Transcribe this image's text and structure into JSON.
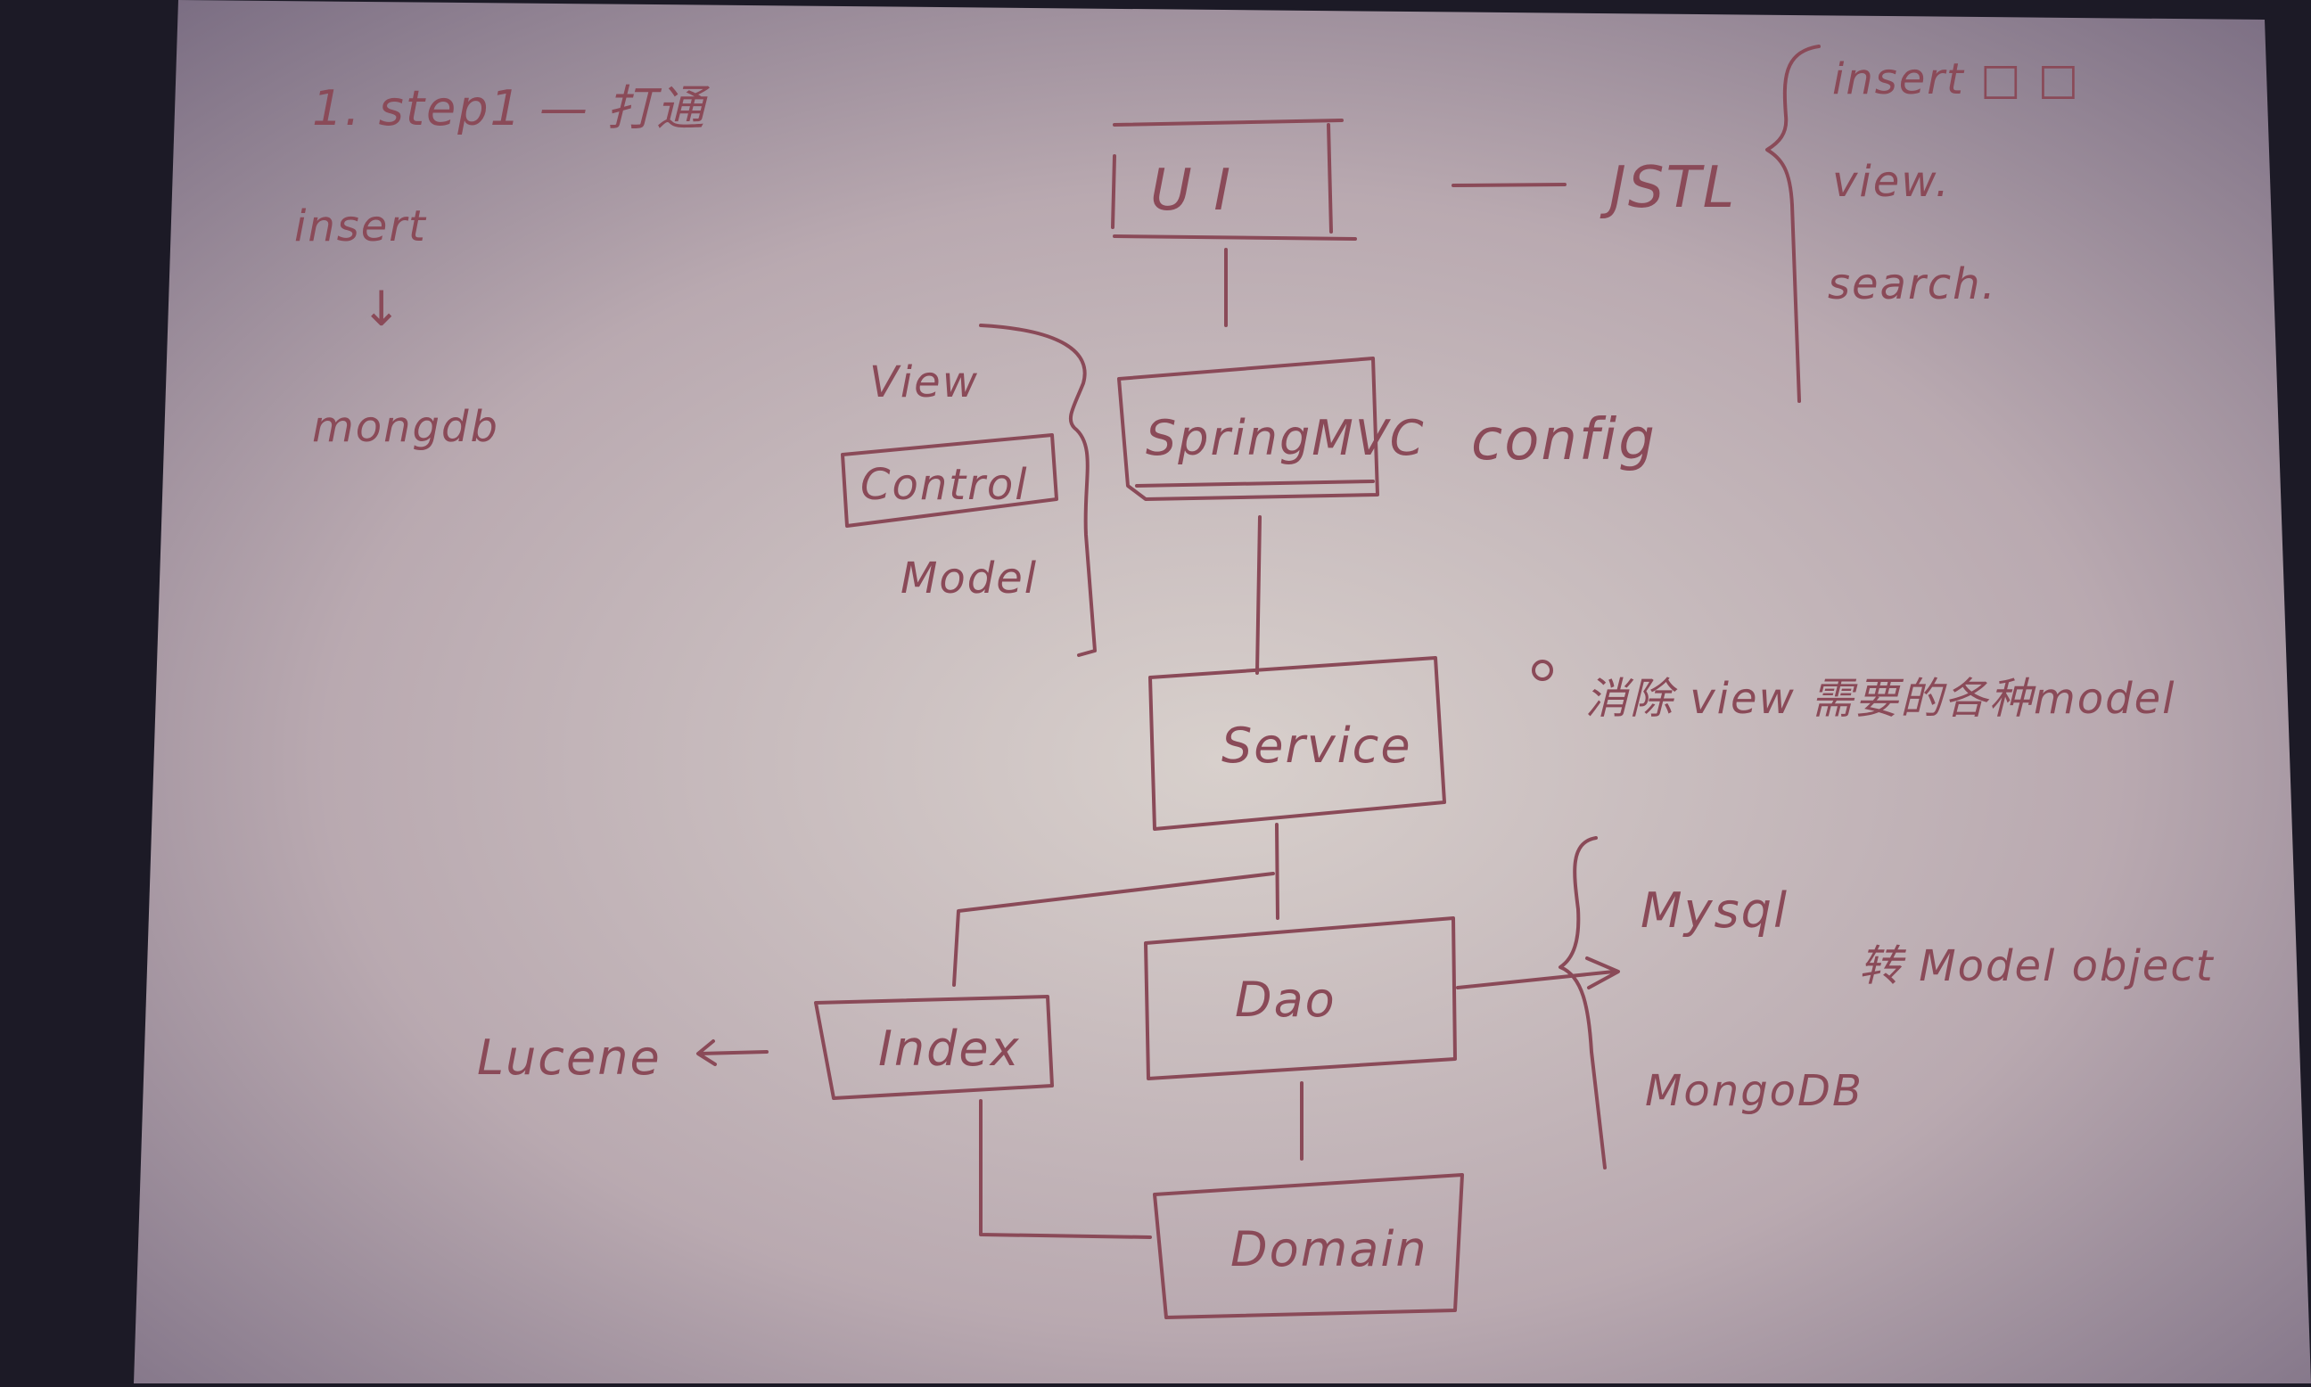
{
  "colors": {
    "ink": "#8a4a58",
    "paper": "#d9d1cd",
    "background": "#1c1a26"
  },
  "top_left": {
    "title": "1. step1 — 打通",
    "line2": "insert",
    "arrow": "↓",
    "line3": "mongdb"
  },
  "boxes": {
    "ui": "U I",
    "springmvc": "SpringMVC",
    "service": "Service",
    "dao": "Dao",
    "index": "Index",
    "domain": "Domain"
  },
  "mvc_note": {
    "view": "View",
    "control": "Control",
    "model": "Model"
  },
  "jstl": "JSTL",
  "config": "config",
  "ui_items": [
    "insert □ □",
    "view.",
    "search."
  ],
  "service_note": "消除 view 需要的各种model",
  "db": {
    "mysql": "Mysql",
    "mongodb": "MongoDB"
  },
  "db_note": "转 Model object",
  "lucene": "Lucene"
}
